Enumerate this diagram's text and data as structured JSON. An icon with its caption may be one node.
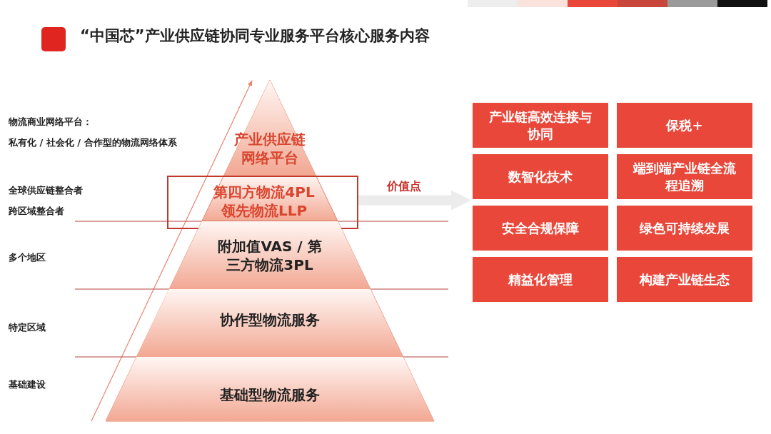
{
  "diagram": {
    "title": "“中国芯”产业供应链协同专业服务平台核心服务内容",
    "nodes": [
      {
        "text": [
          "产业供应链网络平台"
        ]
      },
      {
        "text": [
          "第四方物流4PL领先物流LLP"
        ]
      },
      {
        "text": [
          "附加值VAS / 第三方物流3PL"
        ]
      },
      {
        "text": [
          "协作型物流服务"
        ]
      },
      {
        "text": [
          "基础型物流服务"
        ]
      },
      {
        "text": [
          "产业链高效连接与协同"
        ]
      },
      {
        "text": [
          "保税+"
        ]
      },
      {
        "text": [
          "数智化技术"
        ]
      },
      {
        "text": [
          "端到端产业链全流程追溯"
        ]
      },
      {
        "text": [
          "安全合规保障"
        ]
      },
      {
        "text": [
          "绿色可持续发展"
        ]
      },
      {
        "text": [
          "精益化管理"
        ]
      },
      {
        "text": [
          "构建产业链生态"
        ]
      }
    ],
    "edges": [
      {
        "from": 1,
        "to": 7,
        "arrow": "to",
        "label": "价值点"
      }
    ],
    "labels": [
      "物流商业网络平台：",
      "私有化 / 社会化 / 合作型的物流网络体系",
      "全球供应链整合者",
      "跨区域整合者",
      "多个地区",
      "特定区域",
      "基础建设"
    ]
  }
}
